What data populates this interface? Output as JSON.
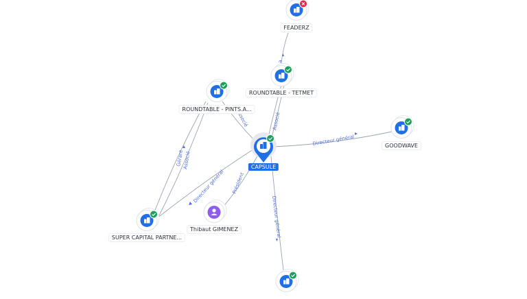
{
  "colors": {
    "company_fill": "#1f6fe8",
    "person_fill": "#8e5df0",
    "status_active": "#1aa05a",
    "status_inactive": "#e3244b",
    "edge_line": "#9aa3b2",
    "edge_label": "#4f6fe0"
  },
  "nodes": {
    "central": {
      "label": "CAPSULE",
      "icon": "building-icon",
      "status": "active"
    },
    "feaderz": {
      "label": "FEADERZ",
      "icon": "building-icon",
      "status": "inactive"
    },
    "tetmet": {
      "label": "ROUNDTABLE - TETMET",
      "icon": "building-icon",
      "status": "active"
    },
    "pints": {
      "label": "ROUNDTABLE - PINTS.A...",
      "icon": "building-icon",
      "status": "active"
    },
    "goodwave": {
      "label": "GOODWAVE",
      "icon": "building-icon",
      "status": "active"
    },
    "supercap": {
      "label": "SUPER CAPITAL PARTNE...",
      "icon": "building-icon",
      "status": "active"
    },
    "thibaut": {
      "label": "Thibaut GIMENEZ",
      "icon": "person-icon",
      "status": ""
    },
    "bottom": {
      "label": "",
      "icon": "building-icon",
      "status": "active"
    }
  },
  "edges": {
    "capsule_tetmet": "Associé",
    "capsule_pints": "Associé",
    "capsule_goodwave": "Directeur général",
    "capsule_supercap": "Directeur général",
    "capsule_thibaut": "Président",
    "capsule_bottom": "Directeur général",
    "pints_supercap_1": "Gérant",
    "pints_supercap_2": "Associé",
    "tetmet_feaderz": "a"
  }
}
